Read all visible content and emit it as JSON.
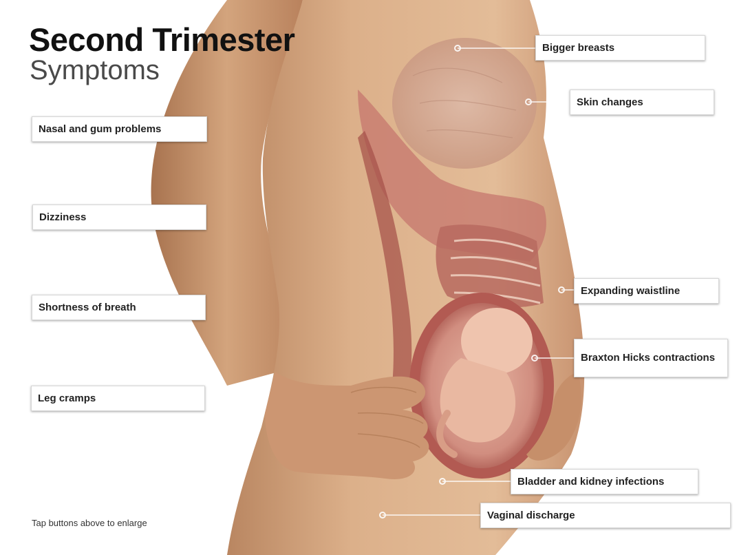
{
  "header": {
    "title": "Second Trimester",
    "subtitle": "Symptoms"
  },
  "labels": [
    {
      "id": "bigger-breasts",
      "text": "Bigger breasts"
    },
    {
      "id": "skin-changes",
      "text": "Skin changes"
    },
    {
      "id": "nasal-gum",
      "text": "Nasal and gum problems"
    },
    {
      "id": "dizziness",
      "text": "Dizziness"
    },
    {
      "id": "shortness-breath",
      "text": "Shortness of breath"
    },
    {
      "id": "expanding-waistline",
      "text": "Expanding waistline"
    },
    {
      "id": "braxton-hicks",
      "text": "Braxton Hicks contractions"
    },
    {
      "id": "leg-cramps",
      "text": "Leg cramps"
    },
    {
      "id": "bladder-kidney",
      "text": "Bladder and kidney infections"
    },
    {
      "id": "vaginal-discharge",
      "text": "Vaginal discharge"
    }
  ],
  "footer": {
    "hint": "Tap buttons above to enlarge"
  },
  "colors": {
    "skin": "#d9ac85",
    "skin_shadow": "#b98661",
    "tissue": "#c6776d",
    "uterus_wall": "#b9625a",
    "fetus": "#eec2ad",
    "label_bg": "#ffffff",
    "leader_line": "#ffffff"
  }
}
